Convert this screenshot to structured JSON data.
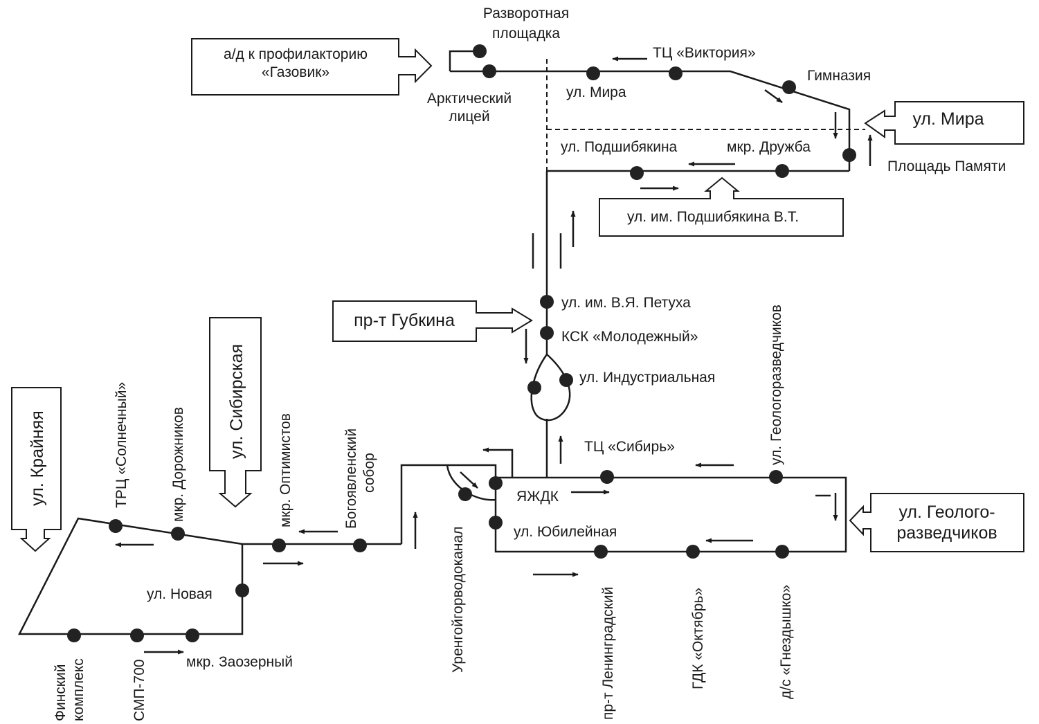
{
  "colors": {
    "line": "#1a1a1a",
    "stop": "#222222",
    "background": "#ffffff"
  },
  "boxes": {
    "gazovik": [
      "а/д к профилакторию",
      "«Газовик»"
    ],
    "mira": "ул. Мира",
    "podshibyakin": "ул. им. Подшибякина В.Т.",
    "gubkina": "пр-т Губкина",
    "sibirskaya": "ул. Сибирская",
    "krainyaya": "ул. Крайняя",
    "geolog": [
      "ул. Геолого-",
      "разведчиков"
    ]
  },
  "labels": {
    "razvorot": [
      "Разворотная",
      "площадка"
    ],
    "arktich": [
      "Арктический",
      "лицей"
    ],
    "mira_stop": "ул. Мира",
    "viktoria": "ТЦ «Виктория»",
    "gimnazia": "Гимназия",
    "podshib_stop": "ул. Подшибякина",
    "druzhba": "мкр. Дружба",
    "ploshchad": "Площадь Памяти",
    "petukha": "ул. им. В.Я. Петуха",
    "ksk": "КСК «Молодежный»",
    "industr": "ул. Индустриальная",
    "sibir": "ТЦ «Сибирь»",
    "geolog_stop": "ул. Геологоразведчиков",
    "yazhdk": "ЯЖДК",
    "yubil": "ул. Юбилейная",
    "urengoy": "Уренгойгорводоканал",
    "leningrad": "пр-т Ленинградский",
    "oktyabr": "ГДК «Октябрь»",
    "gnezd": "д/с «Гнездышко»",
    "sobor": [
      "Богоявленский",
      "собор"
    ],
    "optim": "мкр. Оптимистов",
    "dorozh": "мкр. Дорожников",
    "solnech": "ТРЦ «Солнечный»",
    "novaya": "ул. Новая",
    "zaozer": "мкр. Заозерный",
    "finsk": [
      "Финский",
      "комплекс"
    ],
    "smp": "СМП-700"
  }
}
